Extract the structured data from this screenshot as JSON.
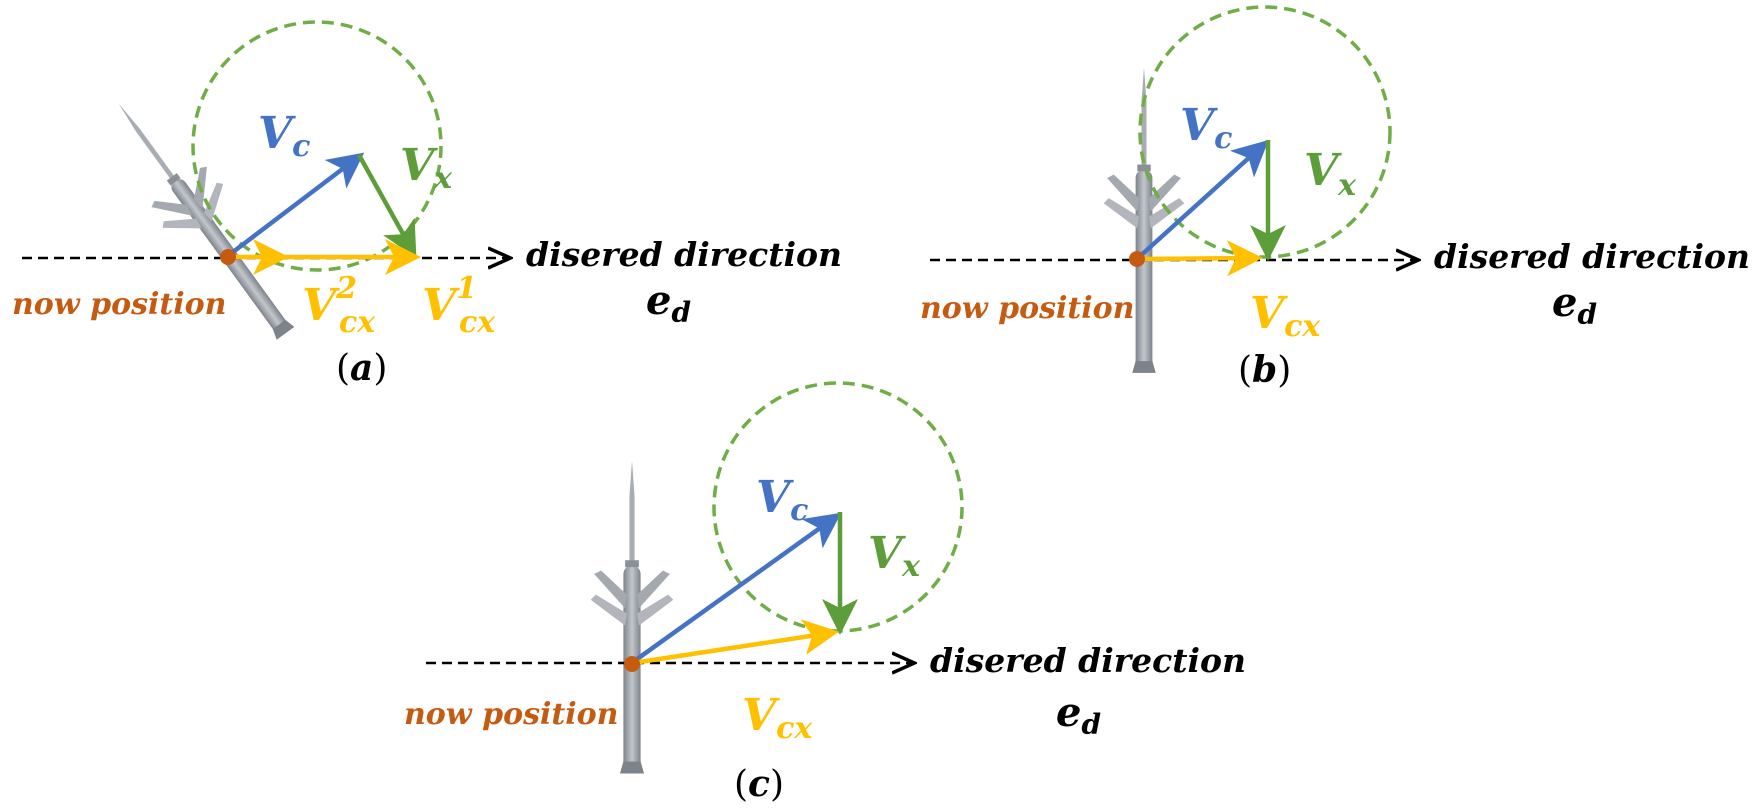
{
  "colors": {
    "blue": "#4472C4",
    "green": "#5E9E3A",
    "yellow": "#FFC000",
    "orange": "#C55A11",
    "circle": "#70AD47",
    "black": "#000000",
    "aircraft": "#9FA4AB"
  },
  "labels": {
    "desired_direction": "disered direction",
    "now_position": "now position",
    "e_main": "e",
    "e_sub": "d",
    "v_main": "V",
    "vc_sub": "c",
    "vx_sub": "x",
    "vcx_sub": "cx",
    "vcx1_sup": "1",
    "vcx2_sup": "2"
  },
  "panels": {
    "a": {
      "letter": "a",
      "open": "(",
      "close": ")"
    },
    "b": {
      "letter": "b",
      "open": "(",
      "close": ")"
    },
    "c": {
      "letter": "c",
      "open": "(",
      "close": ")"
    }
  }
}
